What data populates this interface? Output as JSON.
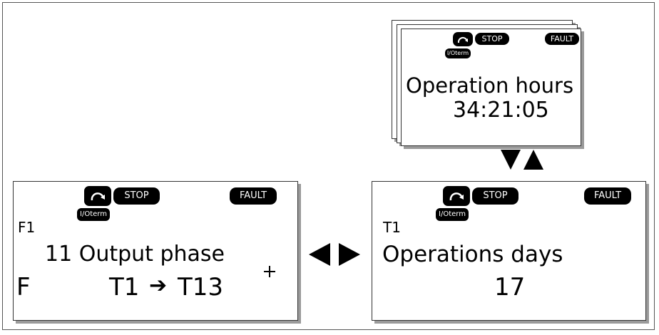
{
  "frame": {},
  "panel_top": {
    "status": {
      "stop": "STOP",
      "fault": "FAULT",
      "control": "I/Oterm"
    },
    "line1": "Operation hours",
    "line2": "34:21:05"
  },
  "panel_left": {
    "status": {
      "stop": "STOP",
      "fault": "FAULT",
      "control": "I/Oterm"
    },
    "code": "F1",
    "line1": "11 Output phase",
    "line2_left": "F",
    "line2_from": "T1",
    "line2_arrow": "➔",
    "line2_to": "T13"
  },
  "panel_right": {
    "status": {
      "stop": "STOP",
      "fault": "FAULT",
      "control": "I/Oterm"
    },
    "code": "T1",
    "line1": "Operations days",
    "line2": "17"
  },
  "icons": {
    "browse_up_down": [
      "triangle-down-icon",
      "triangle-up-icon"
    ],
    "browse_left_right": [
      "triangle-left-icon",
      "triangle-right-icon"
    ],
    "run": "rotation-arrow-icon",
    "cursor": "plus-cursor-icon"
  }
}
